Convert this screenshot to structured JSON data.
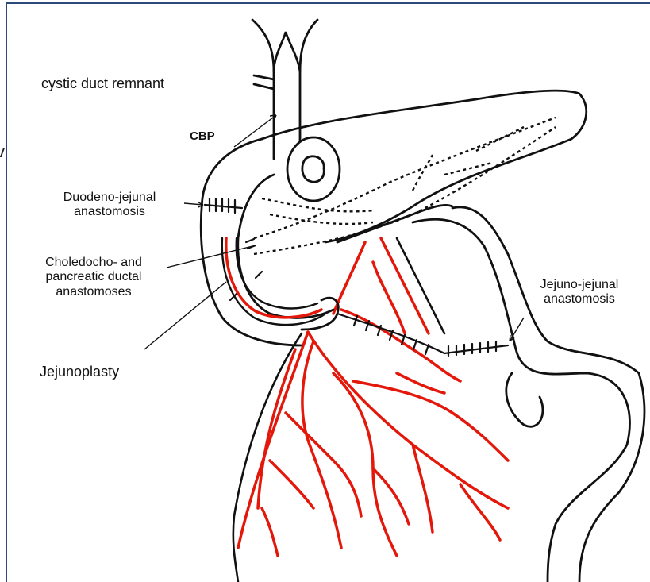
{
  "labels": {
    "cystic_duct": "cystic duct remnant",
    "cbp": "CBP",
    "duodeno_line1": "Duodeno-jejunal",
    "duodeno_line2": "anastomosis",
    "choledocho_line1": "Choledocho- and",
    "choledocho_line2": "pancreatic ductal",
    "choledocho_line3": "anastomoses",
    "jejunoplasty": "Jejunoplasty",
    "jejuno_line1": "Jejuno-jejunal",
    "jejuno_line2": "anastomosis"
  },
  "colors": {
    "outline": "#111111",
    "vessel": "#e3170a",
    "frame": "#2b4a7a"
  }
}
